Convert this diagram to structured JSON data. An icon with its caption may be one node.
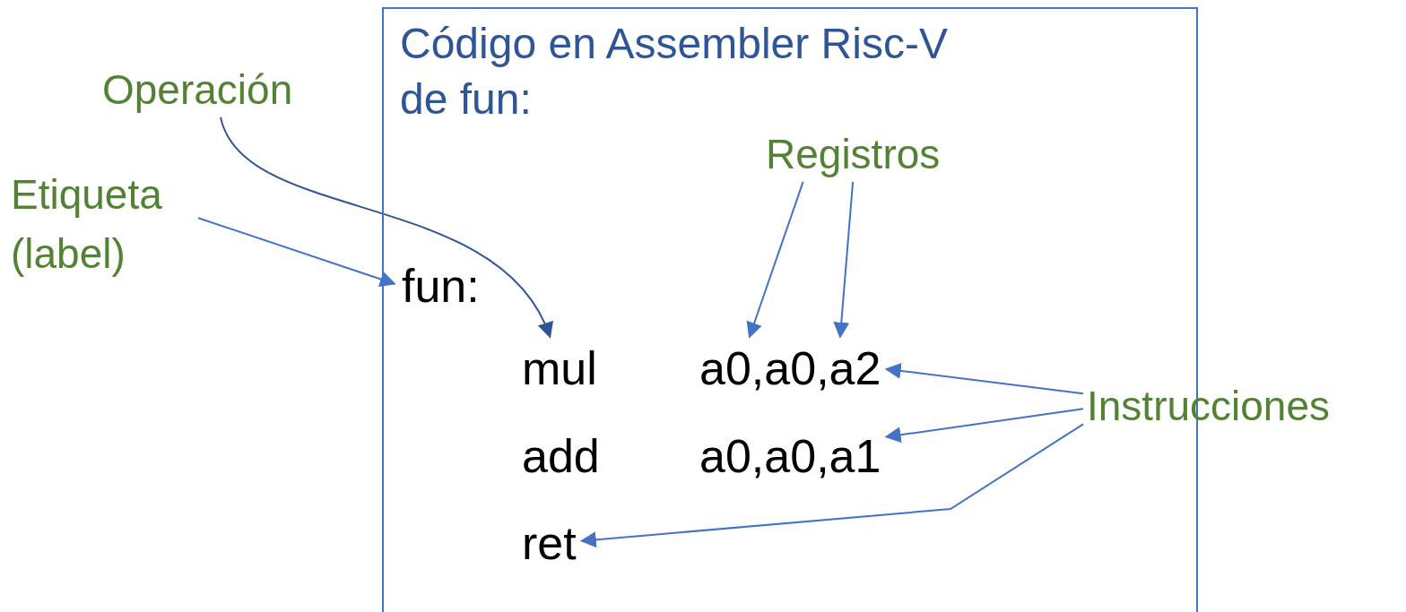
{
  "diagram": {
    "nodes": [
      {
        "text": [
          "Código en Assembler Risc-V de fun:"
        ]
      },
      {
        "text": [
          "fun:"
        ],
        "in": 0
      },
      {
        "text": [
          "mul"
        ],
        "in": 0
      },
      {
        "text": [
          "a0,a0,a2"
        ],
        "in": 0
      },
      {
        "text": [
          "add"
        ],
        "in": 0
      },
      {
        "text": [
          "a0,a0,a1"
        ],
        "in": 0
      },
      {
        "text": [
          "ret"
        ],
        "in": 0
      },
      {
        "text": [
          "Operación"
        ]
      },
      {
        "text": [
          "Etiqueta (label)"
        ]
      },
      {
        "text": [
          "Registros"
        ],
        "in": 0
      },
      {
        "text": [
          "Instrucciones"
        ]
      }
    ],
    "edges": [
      {
        "from": 8,
        "to": 1,
        "arrow": "to"
      },
      {
        "from": 7,
        "to": 2,
        "arrow": "to"
      },
      {
        "from": 9,
        "to": 3,
        "arrow": "to"
      },
      {
        "from": 9,
        "to": 3,
        "arrow": "to"
      },
      {
        "from": 10,
        "to": 3,
        "arrow": "to"
      },
      {
        "from": 10,
        "to": 5,
        "arrow": "to"
      },
      {
        "from": 10,
        "to": 6,
        "arrow": "to"
      }
    ]
  }
}
